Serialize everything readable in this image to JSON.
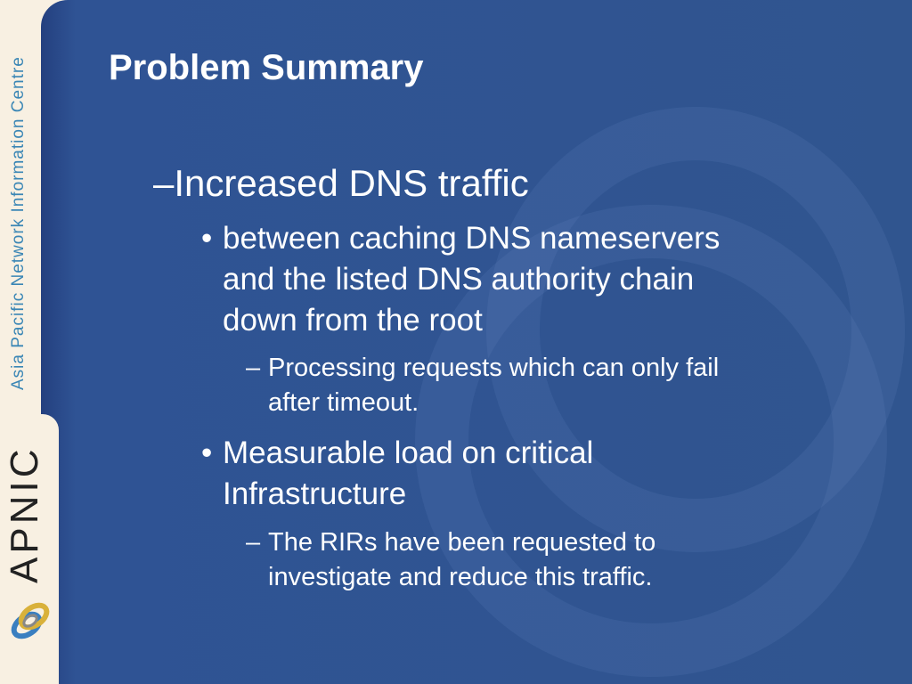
{
  "sidebar": {
    "org_name": "Asia Pacific Network Information Centre",
    "logo_text": "APNIC"
  },
  "slide": {
    "title": "Problem Summary",
    "items": [
      {
        "marker": "–",
        "text": "Increased DNS traffic"
      },
      {
        "marker": "•",
        "lines": [
          "between caching DNS nameservers",
          "and the listed DNS authority chain",
          "down from the root"
        ]
      },
      {
        "marker": "–",
        "lines": [
          "Processing requests which can only fail",
          "after timeout."
        ]
      },
      {
        "marker": "•",
        "lines": [
          "Measurable load on critical",
          "Infrastructure"
        ]
      },
      {
        "marker": "–",
        "lines": [
          "The RIRs have been requested to",
          "investigate and reduce this traffic."
        ]
      }
    ]
  }
}
